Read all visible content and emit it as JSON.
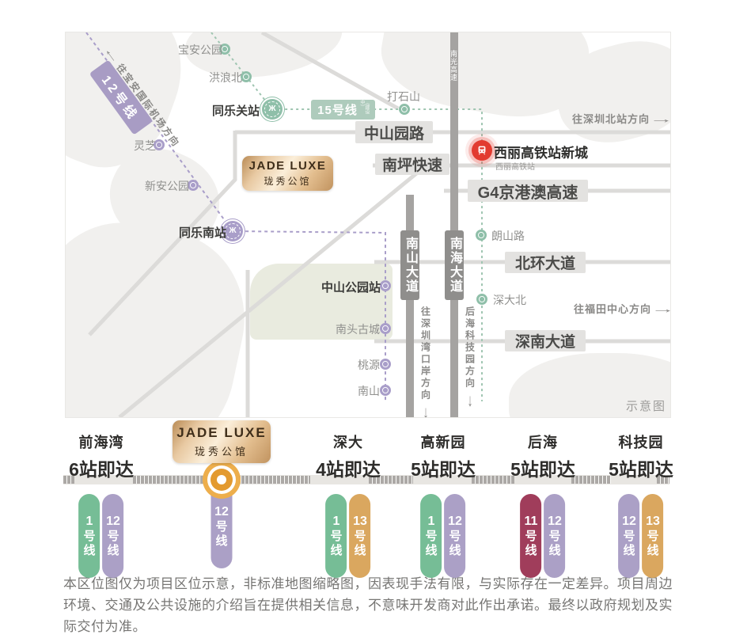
{
  "map": {
    "scheme_tag": "示意图",
    "badge": {
      "en": "JADE LUXE",
      "cn": "珑秀公馆"
    },
    "line12_banner": "12号线",
    "line15": {
      "label": "15号线",
      "note": "（建设中）"
    },
    "dir_airport": "往宝安国际机场方向",
    "dir_north_station": "往深圳北站方向",
    "dir_futian": "往福田中心方向",
    "dir_bay": "往深圳湾口岸方向",
    "dir_houhai": "后海科技园方向",
    "roads": {
      "zhongshanyuan": "中山园路",
      "nanping": "南坪快速",
      "g4": "G4京港澳高速",
      "beihuan": "北环大道",
      "shennan": "深南大道",
      "nanshan": "南山大道",
      "nanhai": "南海大道",
      "nanguang": "南光高速"
    },
    "hsr": {
      "title": "西丽高铁站新城",
      "sub": "西丽高铁站"
    },
    "interchange_glyph": "Ж",
    "teal_stations": {
      "baoan_park": "宝安公园",
      "honglangbei": "洪浪北",
      "tongleguan": "同乐关站",
      "dashishan": "打石山",
      "langshanlu": "朗山路",
      "shendabei": "深大北"
    },
    "purple_stations": {
      "lingzhi": "灵芝",
      "xinan_park": "新安公园",
      "tonglenan": "同乐南站",
      "zhongshan_park": "中山公园站",
      "nantou": "南头古城",
      "taoyuan": "桃源",
      "nanshan": "南山"
    }
  },
  "strip": {
    "hao": "号",
    "xian": "线",
    "stations": [
      {
        "name": "前海湾",
        "count": "6站即达",
        "lines": [
          {
            "num": "1",
            "color": "#76BD96"
          },
          {
            "num": "12",
            "color": "#ABA0C6"
          }
        ]
      },
      {
        "name": "JADE LUXE",
        "cn": "珑秀公馆",
        "lines": [
          {
            "num": "12",
            "color": "#ABA0C6"
          }
        ]
      },
      {
        "name": "深大",
        "count": "4站即达",
        "lines": [
          {
            "num": "1",
            "color": "#76BD96"
          },
          {
            "num": "13",
            "color": "#DAA75F"
          }
        ]
      },
      {
        "name": "高新园",
        "count": "5站即达",
        "lines": [
          {
            "num": "1",
            "color": "#76BD96"
          },
          {
            "num": "12",
            "color": "#ABA0C6"
          }
        ]
      },
      {
        "name": "后海",
        "count": "5站即达",
        "lines": [
          {
            "num": "11",
            "color": "#A03D5B"
          },
          {
            "num": "12",
            "color": "#ABA0C6"
          }
        ]
      },
      {
        "name": "科技园",
        "count": "5站即达",
        "lines": [
          {
            "num": "12",
            "color": "#ABA0C6"
          },
          {
            "num": "13",
            "color": "#DAA75F"
          }
        ]
      }
    ]
  },
  "footer": {
    "disclaimer": "本区位图仅为项目区位示意，非标准地图缩略图，因表现手法有限，与实际存在一定差异。项目周边环境、交通及公共设施的介绍旨在提供相关信息，不意味开发商对此作出承诺。最终以政府规划及实际交付为准。"
  },
  "colors": {
    "line1": "#76BD96",
    "line11": "#A03D5B",
    "line12": "#ABA0C6",
    "line13": "#DAA75F",
    "line15": "#AECBBC",
    "marker_gold": "#E39A2F",
    "hsr_red": "#E23B30"
  }
}
